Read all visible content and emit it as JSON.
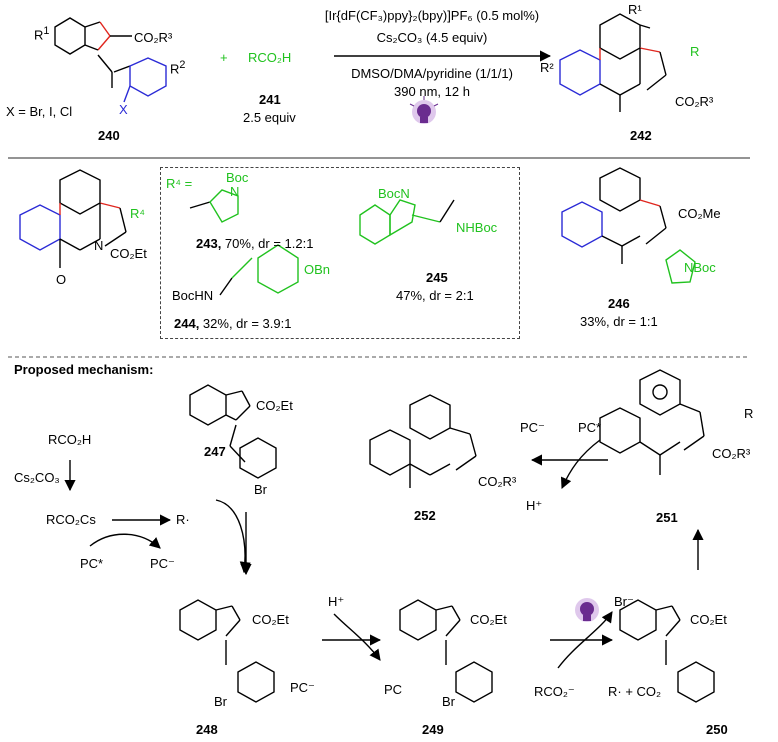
{
  "colors": {
    "bond": "#000000",
    "red": "#e0261e",
    "blue": "#2b2bd6",
    "green": "#21c21f",
    "bulb": "#6a2c8f",
    "bulb_glow": "#c9a4e0"
  },
  "icons": [
    "light-bulb-icon"
  ],
  "top": {
    "r1_sub": "1",
    "co2r3": "CO₂R³",
    "r2_sub": "2",
    "x_label": "X",
    "x_def": "X = Br, I, Cl",
    "cmpd_240": "240",
    "plus": "+",
    "reagent": "RCO₂H",
    "cmpd_241": "241",
    "equiv": "2.5 equiv",
    "cond1": "[Ir{dF(CF₃)ppy}₂(bpy)]PF₆ (0.5 mol%)",
    "cond2": "Cs₂CO₃ (4.5 equiv)",
    "cond3": "DMSO/DMA/pyridine (1/1/1)",
    "cond4": "390 nm, 12 h",
    "p_r1": "R¹",
    "p_r": "R",
    "p_r2": "R²",
    "p_co2r3": "CO₂R³",
    "cmpd_242": "242"
  },
  "mid": {
    "r4_label": "R⁴",
    "co2et": "CO₂Et",
    "o": "O",
    "n": "N",
    "r4_eq": "R⁴ =",
    "boc": "Boc",
    "n_letter": "N",
    "c243": "243,",
    "c243_txt": " 70%, dr = 1.2:1",
    "bocn": "BocN",
    "nhboc": "NHBoc",
    "c245": "245",
    "c245_txt": "47%, dr = 2:1",
    "obn": "OBn",
    "bochn": "BocHN",
    "c244": "244,",
    "c244_txt": " 32%, dr = 3.9:1",
    "co2me": "CO₂Me",
    "nboc": "NBoc",
    "c246": "246",
    "c246_txt": "33%, dr = 1:1"
  },
  "mech": {
    "heading": "Proposed mechanism:",
    "rco2h": "RCO₂H",
    "cs2co3": "Cs₂CO₃",
    "rco2cs": "RCO₂Cs",
    "r_rad": "R·",
    "pc_star": "PC*",
    "pc_minus": "PC⁻",
    "c247": "247",
    "co2et": "CO₂Et",
    "br": "Br",
    "c248": "248",
    "h_plus": "H⁺",
    "pc_minus2": "PC⁻",
    "pc": "PC",
    "c249": "249",
    "rco2_minus": "RCO₂⁻",
    "br_minus": "Br⁻",
    "r_co2": "R· + CO₂",
    "c250": "250",
    "c251": "251",
    "r": "R",
    "co2r3": "CO₂R³",
    "c252": "252",
    "pc_minus3": "PC⁻",
    "pc_star2": "PC*",
    "h_plus2": "H⁺"
  }
}
